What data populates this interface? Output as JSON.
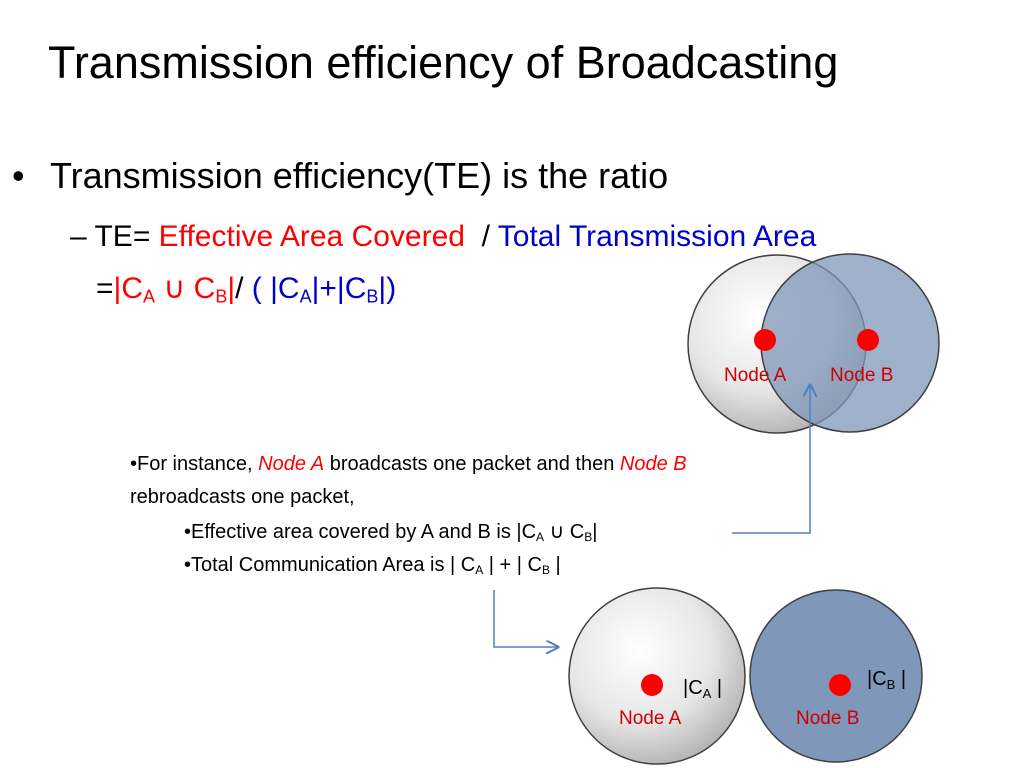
{
  "title": "Transmission efficiency  of Broadcasting",
  "bullet1": "Transmission efficiency(TE) is the ratio",
  "te_def": {
    "prefix": "– TE= ",
    "numerator": "Effective Area Covered",
    "slash": "  / ",
    "denominator": "Total Transmission Area"
  },
  "formula": {
    "eq": "=",
    "bar_open": "|C",
    "sub_a": "A",
    "union": " ∪ C",
    "sub_b": "B",
    "bar_close": "|",
    "slash": "/",
    "paren_open": " ( |C",
    "sub_a2": "A",
    "plus": "|+|C",
    "sub_b2": "B",
    "paren_close": "|)"
  },
  "note": {
    "l1_pre": "•For instance, ",
    "l1_node_a": "Node A",
    "l1_mid": " broadcasts one packet and then ",
    "l1_node_b": "Node B",
    "l2": "rebroadcasts one packet,",
    "l3_pre": "•Effective area covered by A and B is |C",
    "l3_sub_a": "A",
    "l3_union": " ∪ C",
    "l3_sub_b": "B",
    "l3_post": "|",
    "l4_pre": "•Total Communication Area is | C",
    "l4_sub_a": "A",
    "l4_mid": " | + | C",
    "l4_sub_b": "B",
    "l4_post": " |"
  },
  "diagram_top": {
    "node_a": "Node A",
    "node_b": "Node B"
  },
  "diagram_bottom": {
    "node_a": "Node A",
    "node_b": "Node B",
    "set_a_pre": "|C",
    "set_a_sub": "A",
    "set_a_post": " |",
    "set_b_pre": "|C",
    "set_b_sub": "B",
    "set_b_post": " |"
  },
  "colors": {
    "emphasis_red": "#ff0000",
    "emphasis_blue": "#0000cc",
    "node_dot": "#ff0000",
    "circle_gray": "#d9d9d9",
    "circle_blue": "#7f97b8",
    "arrow": "#4f81bd"
  }
}
